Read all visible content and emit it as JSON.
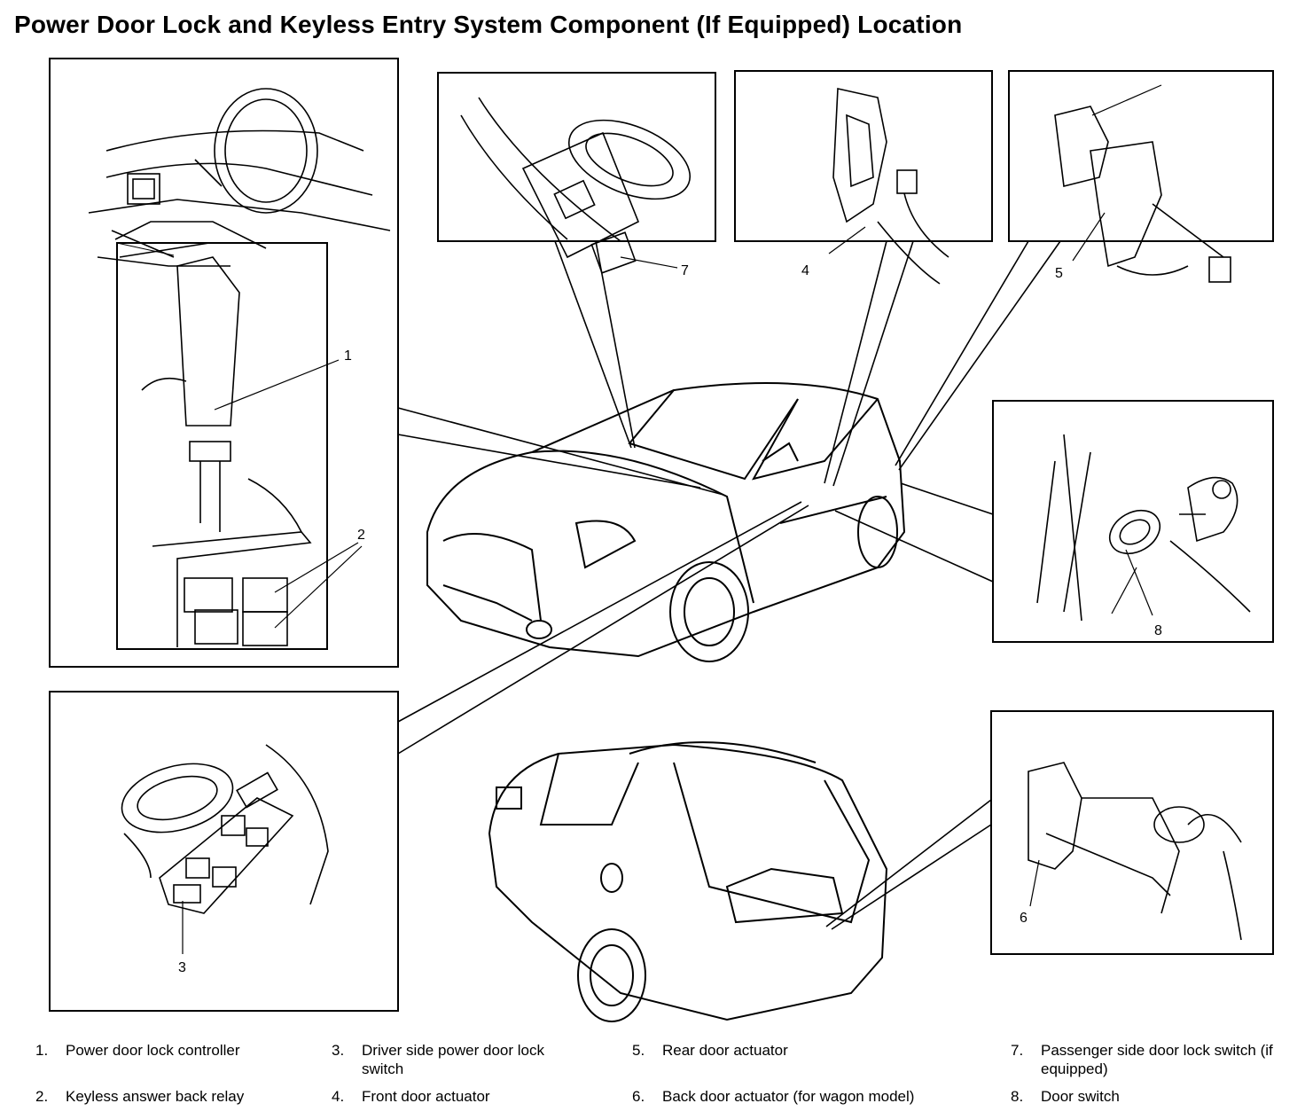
{
  "title": "Power Door Lock and Keyless Entry System Component (If Equipped) Location",
  "callouts": [
    "1",
    "2",
    "3",
    "4",
    "5",
    "6",
    "7",
    "8"
  ],
  "legend": [
    {
      "num": "1.",
      "text": "Power door lock controller"
    },
    {
      "num": "2.",
      "text": "Keyless answer back relay"
    },
    {
      "num": "3.",
      "text": "Driver side power door lock switch"
    },
    {
      "num": "4.",
      "text": "Front door actuator"
    },
    {
      "num": "5.",
      "text": "Rear door actuator"
    },
    {
      "num": "6.",
      "text": "Back door actuator (for wagon model)"
    },
    {
      "num": "7.",
      "text": "Passenger side door lock switch (if equipped)"
    },
    {
      "num": "8.",
      "text": "Door switch"
    }
  ]
}
